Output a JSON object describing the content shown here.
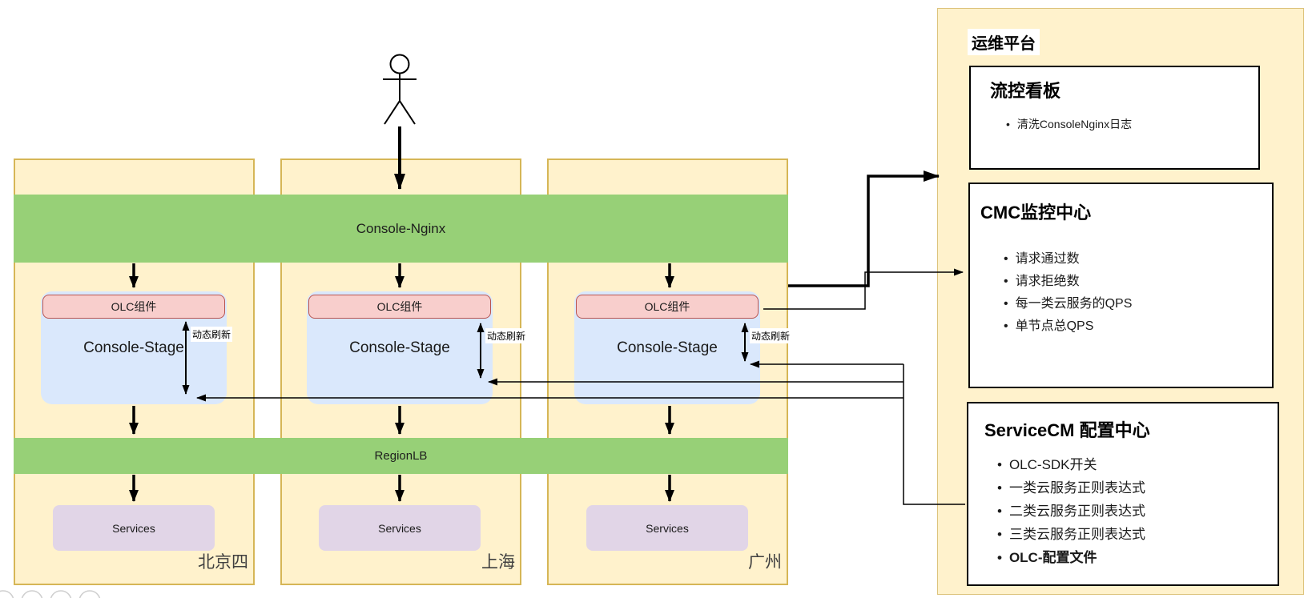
{
  "diagram": {
    "nginx_label": "Console-Nginx",
    "regionlb_label": "RegionLB",
    "regions": [
      {
        "name": "北京四",
        "olc": "OLC组件",
        "stage": "Console-Stage",
        "services": "Services",
        "refresh": "动态刷新"
      },
      {
        "name": "上海",
        "olc": "OLC组件",
        "stage": "Console-Stage",
        "services": "Services",
        "refresh": "动态刷新"
      },
      {
        "name": "广州",
        "olc": "OLC组件",
        "stage": "Console-Stage",
        "services": "Services",
        "refresh": "动态刷新"
      }
    ],
    "ops": {
      "title": "运维平台",
      "panels": [
        {
          "title": "流控看板",
          "items": [
            "清洗ConsoleNginx日志"
          ]
        },
        {
          "title": "CMC监控中心",
          "items": [
            "请求通过数",
            "请求拒绝数",
            "每一类云服务的QPS",
            "单节点总QPS"
          ]
        },
        {
          "title": "ServiceCM 配置中心",
          "items": [
            "OLC-SDK开关",
            "一类云服务正则表达式",
            "二类云服务正则表达式",
            "三类云服务正则表达式",
            "OLC-配置文件"
          ]
        }
      ]
    },
    "colors": {
      "region_fill": "#fff2cc",
      "region_border": "#d6b656",
      "bar_green": "#97d077",
      "olc_fill": "#f8cecc",
      "olc_border": "#b85450",
      "stage_fill": "#dae8fc",
      "services_fill": "#e1d5e7"
    }
  }
}
